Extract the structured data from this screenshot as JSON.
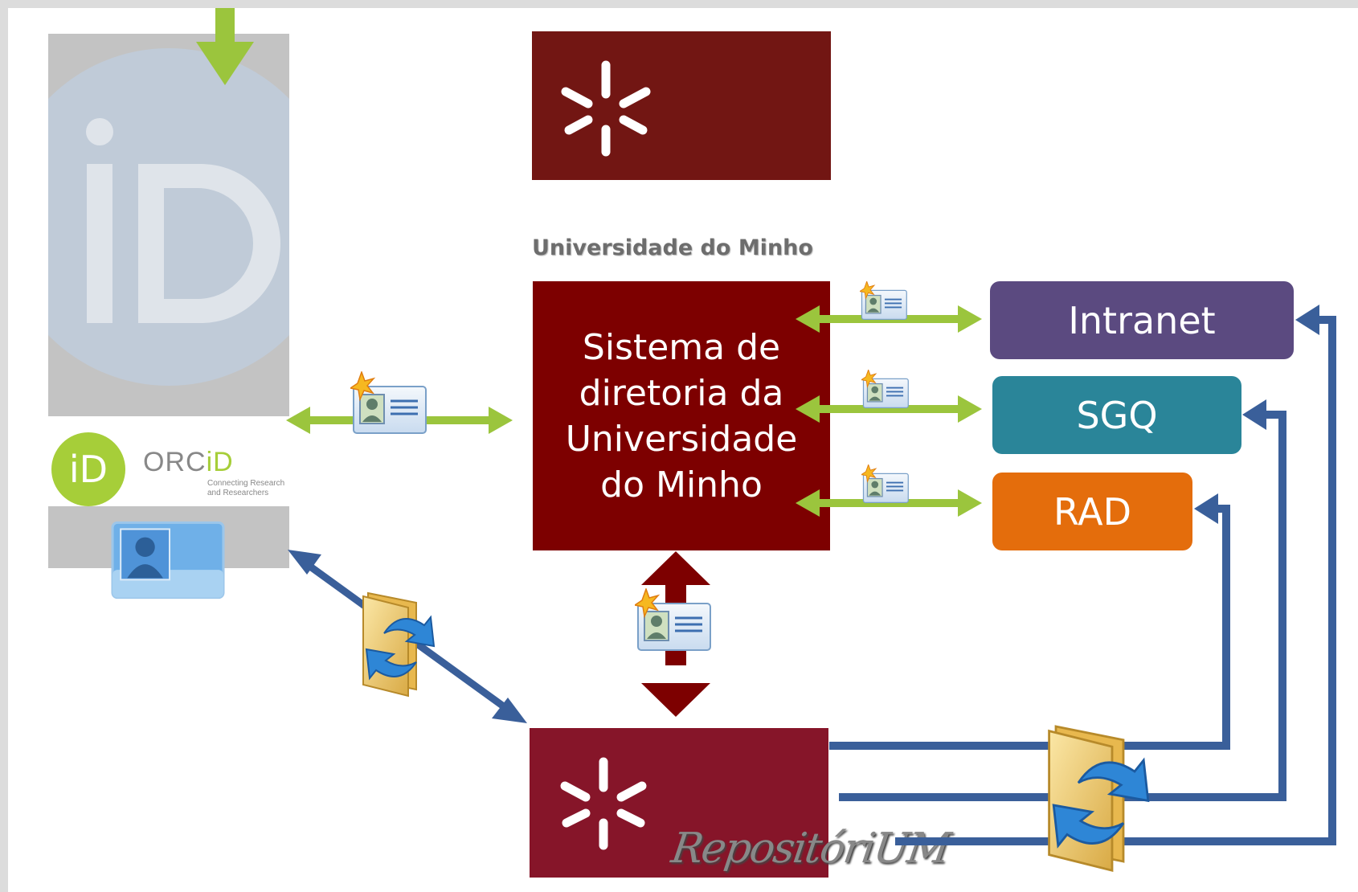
{
  "orcid": {
    "badge_text": "iD",
    "wordmark_prefix": "ORC",
    "wordmark_id": "iD",
    "tagline": "Connecting Research and Researchers",
    "brand_color": "#a6ce39"
  },
  "university": {
    "name": "Universidade do Minho",
    "logo_color": "#721613"
  },
  "directory": {
    "title": "Sistema de diretoria da Universidade do Minho",
    "color": "#7d0000"
  },
  "targets": [
    {
      "label": "Intranet",
      "color": "#5b4a80"
    },
    {
      "label": "SGQ",
      "color": "#2a8599"
    },
    {
      "label": "RAD",
      "color": "#e46d0c"
    }
  ],
  "repository": {
    "name": "RepositóriUM",
    "color": "#861529"
  },
  "arrows": {
    "green": "#9bc53d",
    "blue": "#3a5f9a",
    "darkred": "#7d0000"
  },
  "icons": {
    "down_arrow": "green-down-arrow-icon",
    "contact_card": "contact-card-icon",
    "sync_folder": "sync-folder-icon",
    "user_card": "user-profile-card-icon"
  }
}
